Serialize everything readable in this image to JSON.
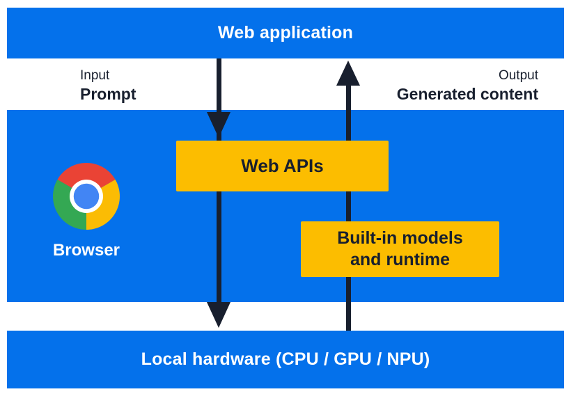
{
  "diagram": {
    "top_bar": {
      "label": "Web application"
    },
    "flow": {
      "input_caption": "Input",
      "input_value": "Prompt",
      "output_caption": "Output",
      "output_value": "Generated content"
    },
    "browser_panel": {
      "browser_label": "Browser",
      "web_apis_box": {
        "label": "Web APIs"
      },
      "builtin_box": {
        "line1": "Built-in models",
        "line2": "and runtime"
      }
    },
    "bottom_bar": {
      "label": "Local hardware (CPU / GPU / NPU)"
    },
    "icons": {
      "browser_icon": "chrome-icon",
      "down_arrow": "input-flow-arrow",
      "up_arrow": "output-flow-arrow"
    },
    "colors": {
      "blue": "#0471eb",
      "yellow": "#fcbd00",
      "navy": "#181f2e",
      "white": "#ffffff",
      "chrome_red": "#ea4335",
      "chrome_green": "#34a853",
      "chrome_yellow": "#fbbc04",
      "chrome_blue": "#4285f4"
    }
  }
}
